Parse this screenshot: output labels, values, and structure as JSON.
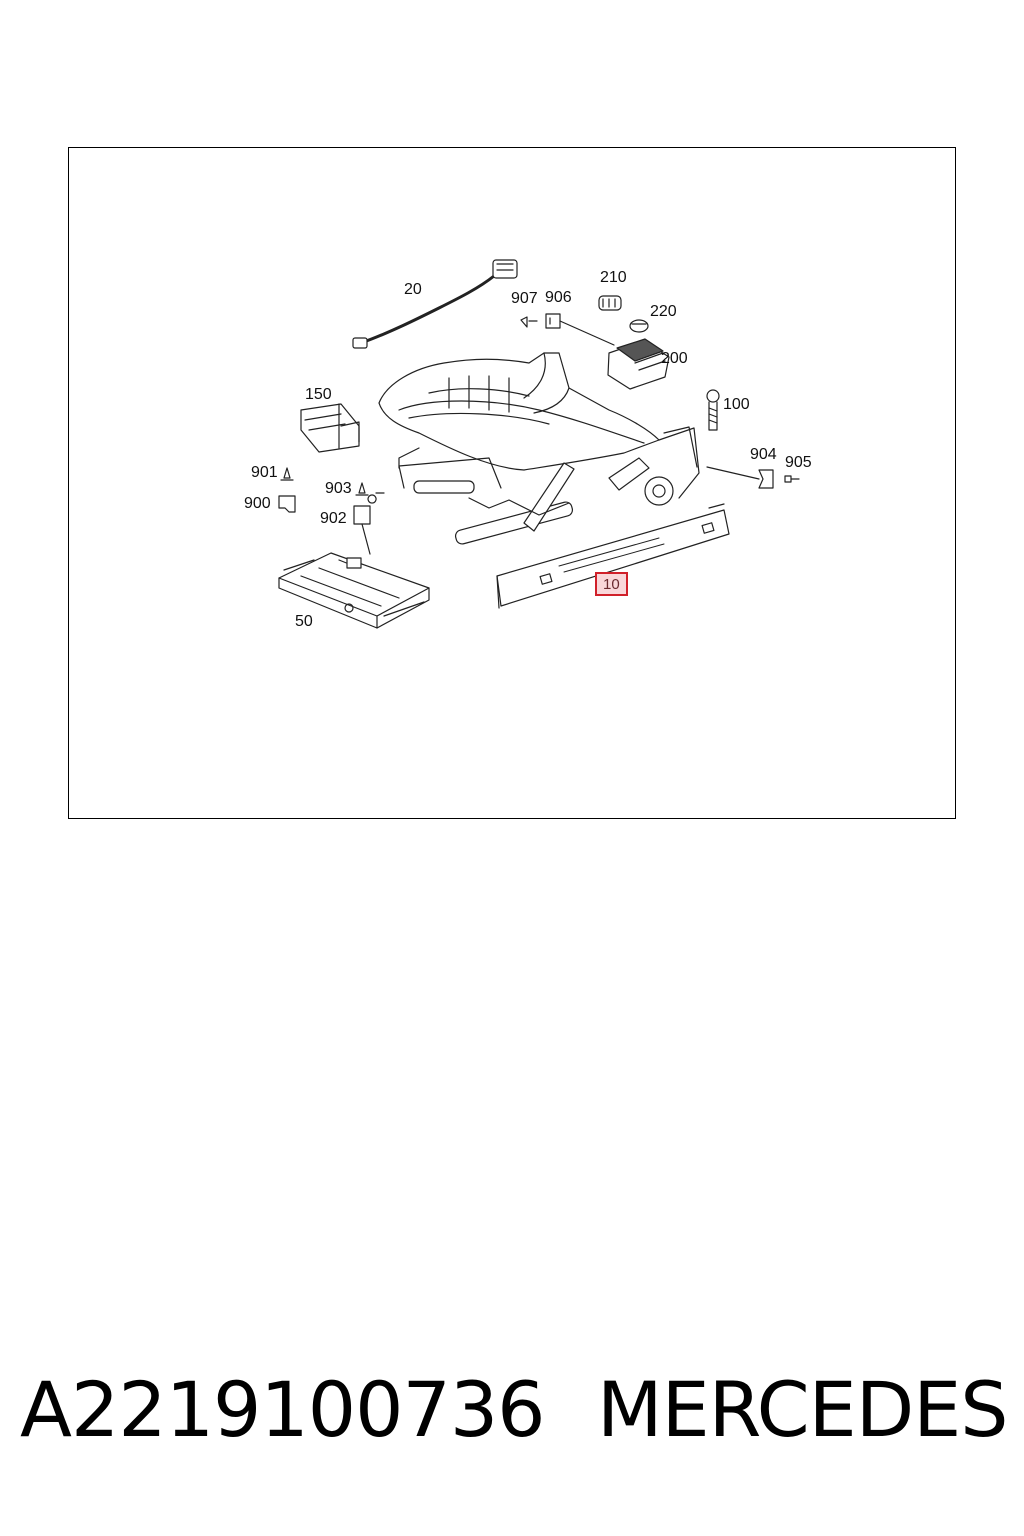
{
  "diagram": {
    "callouts": {
      "c20": "20",
      "c907": "907",
      "c906": "906",
      "c210": "210",
      "c220": "220",
      "c200": "200",
      "c150": "150",
      "c100": "100",
      "c901": "901",
      "c900": "900",
      "c903": "903",
      "c902": "902",
      "c904": "904",
      "c905": "905",
      "c10": "10",
      "c50": "50"
    },
    "highlighted_part": "10",
    "highlight_color": "#d0202a"
  },
  "footer": {
    "part_number": "A2219100736",
    "brand": "MERCEDES"
  }
}
